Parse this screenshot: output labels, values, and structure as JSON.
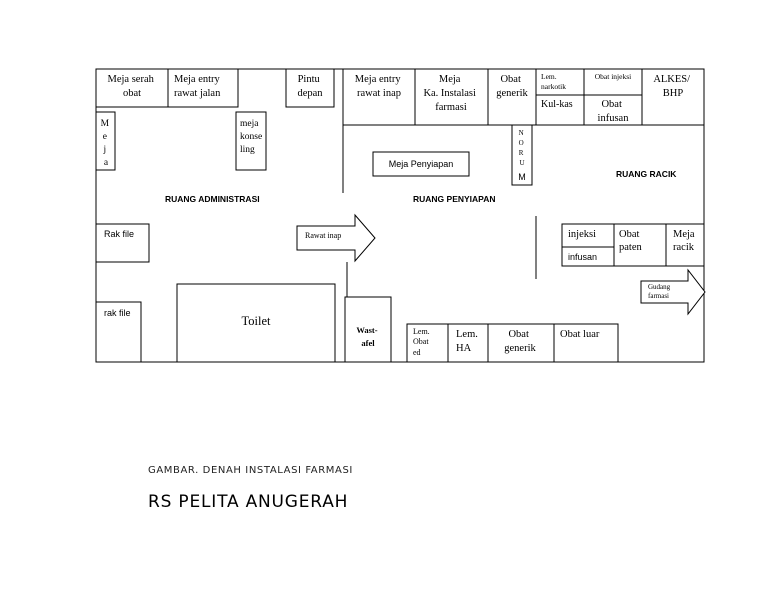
{
  "rooms": {
    "administrasi": "RUANG  ADMINISTRASI",
    "penyiapan": "RUANG  PENYIAPAN",
    "racik": "RUANG RACIK"
  },
  "labels": {
    "meja_serah": [
      "Meja serah",
      "obat"
    ],
    "meja_entry_jalan": [
      "Meja entry",
      "rawat jalan"
    ],
    "pintu_depan": [
      "Pintu",
      "depan"
    ],
    "meja_entry_inap": [
      "Meja entry",
      "rawat inap"
    ],
    "meja_ka": [
      "Meja",
      "Ka. Instalasi",
      "farmasi"
    ],
    "obat_generik_top": [
      "Obat",
      "generik"
    ],
    "lem_narkotik": [
      "Lem.",
      "narkotik"
    ],
    "kul_kas": "Kul-kas",
    "obat_injeksi": "Obat injeksi",
    "obat_infusan": [
      "Obat",
      "infusan"
    ],
    "alkes": [
      "ALKES/",
      "BHP"
    ],
    "meja_vertical": [
      "M",
      "e",
      "j",
      "a"
    ],
    "meja_konseling": [
      "meja",
      "konse",
      "ling"
    ],
    "meja_penyiapan": "Meja Penyiapan",
    "norum": [
      "N",
      "O",
      "R",
      "U",
      "M"
    ],
    "rak_file_1": "Rak file",
    "rak_file_2": "rak file",
    "rawat_inap_arrow": "Rawat inap",
    "injeksi": "injeksi",
    "infusan": "infusan",
    "obat_paten": [
      "Obat",
      "paten"
    ],
    "meja_racik": [
      "Meja",
      "racik"
    ],
    "gudang_farmasi": [
      "Gudang",
      "farmasi"
    ],
    "toilet": "Toilet",
    "wastafel": [
      "Wast-",
      "afel"
    ],
    "lem_obat_ed": [
      "Lem.",
      "Obat",
      "ed"
    ],
    "lem_ha": [
      "Lem.",
      "HA"
    ],
    "obat_generik_bottom": [
      "Obat",
      "generik"
    ],
    "obat_luar": "Obat luar"
  },
  "caption": "GAMBAR. DENAH INSTALASI FARMASI",
  "hospital_name": "RS PELITA ANUGERAH"
}
